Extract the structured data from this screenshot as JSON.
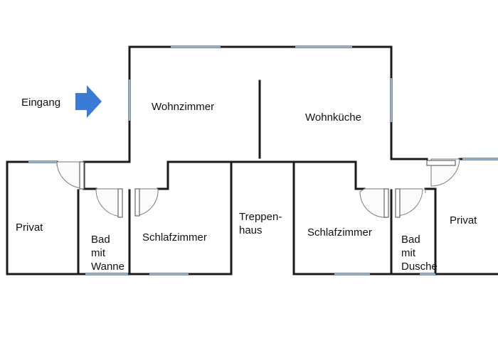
{
  "entrance": {
    "label": "Eingang",
    "arrow_color": "#3a7bd5",
    "arrow_icon": "right-arrow-icon"
  },
  "rooms": {
    "wohnzimmer": "Wohnzimmer",
    "wohnkueche": "Wohnküche",
    "privat_left": "Privat",
    "bad_wanne": "Bad\nmit\nWanne",
    "schlafzimmer_left": "Schlafzimmer",
    "treppenhaus": "Treppen-\nhaus",
    "schlafzimmer_right": "Schlafzimmer",
    "bad_dusche": "Bad\nmit\nDusche",
    "privat_right": "Privat"
  },
  "colors": {
    "wall": "#1b1b1b",
    "window": "#8fb8d8",
    "arrow": "#3a7bd5"
  }
}
